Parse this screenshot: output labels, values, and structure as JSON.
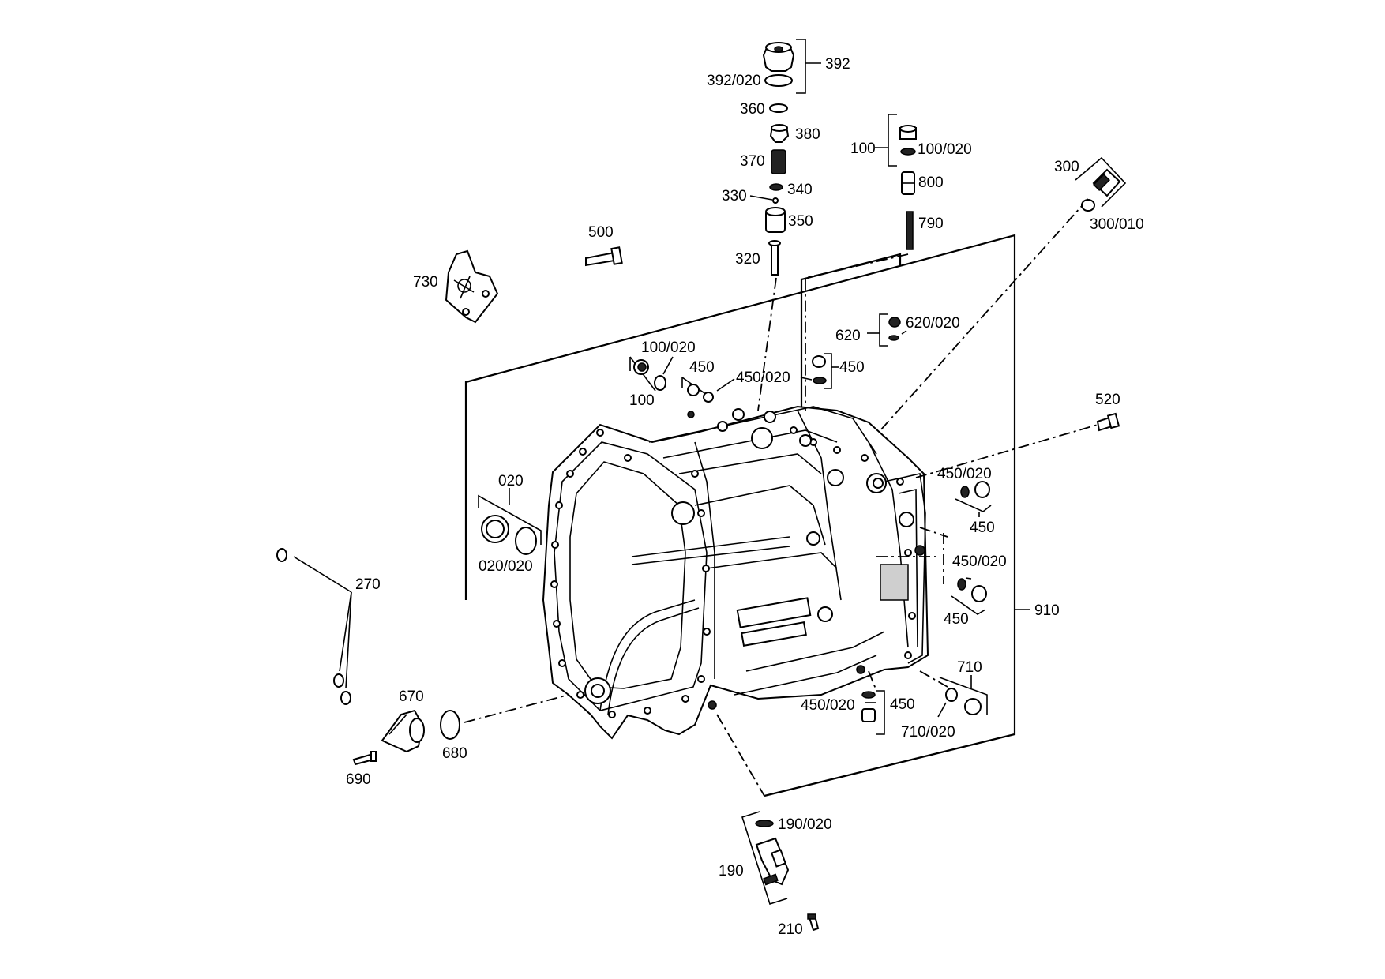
{
  "callouts": {
    "c392": "392",
    "c392_020": "392/020",
    "c360": "360",
    "c380": "380",
    "c370": "370",
    "c340": "340",
    "c330": "330",
    "c350": "350",
    "c320": "320",
    "c100_top": "100",
    "c100_020_top": "100/020",
    "c800": "800",
    "c790": "790",
    "c300": "300",
    "c300_010": "300/010",
    "c500": "500",
    "c730": "730",
    "c620": "620",
    "c620_020": "620/020",
    "c450_top_right": "450",
    "c450_020_top": "450/020",
    "c450_top_left": "450",
    "c100_020_left": "100/020",
    "c100_left": "100",
    "c520": "520",
    "c450_020_r1": "450/020",
    "c450_r1": "450",
    "c450_020_r2": "450/020",
    "c450_r2": "450",
    "c910": "910",
    "c020": "020",
    "c020_020": "020/020",
    "c270": "270",
    "c670": "670",
    "c680": "680",
    "c690": "690",
    "c710": "710",
    "c710_020": "710/020",
    "c450_020_bottom": "450/020",
    "c450_bottom": "450",
    "c190_020": "190/020",
    "c190": "190",
    "c210": "210"
  }
}
